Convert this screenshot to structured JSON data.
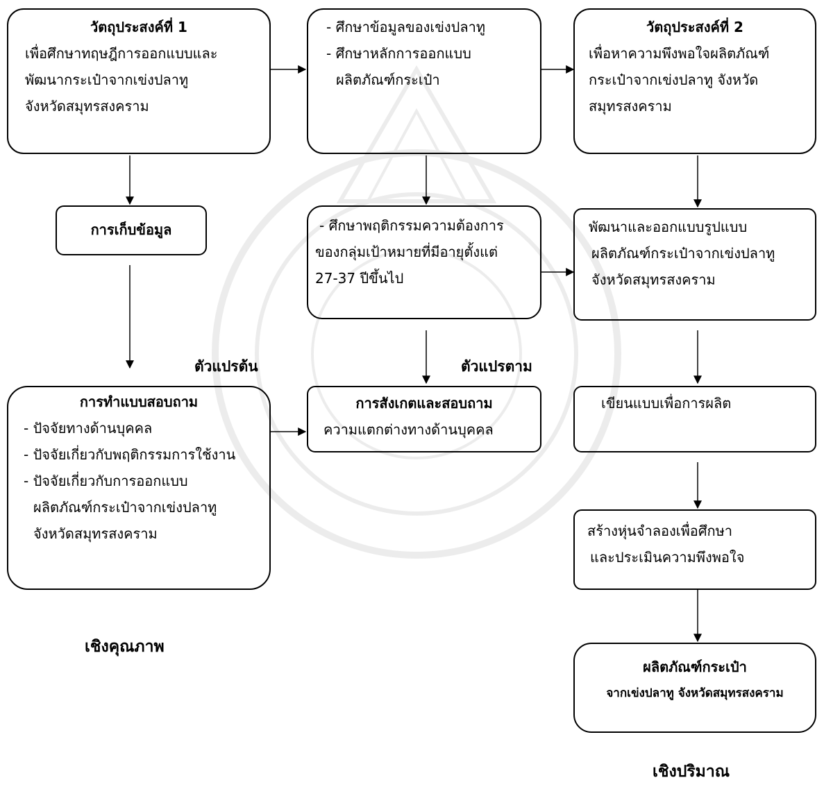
{
  "boxes": {
    "objective1": {
      "title": "วัตถุประสงค์ที่ 1",
      "lines": [
        "เพื่อศึกษาทฤษฎีการออกแบบและ",
        "พัฒนากระเป๋าจากเข่งปลาทู",
        "จังหวัดสมุทรสงคราม"
      ]
    },
    "study": {
      "lines": [
        "- ศึกษาข้อมูลของเข่งปลาทู",
        "- ศึกษาหลักการออกแบบ",
        "ผลิตภัณฑ์กระเป๋า"
      ]
    },
    "objective2": {
      "title": "วัตถุประสงค์ที่ 2",
      "lines": [
        "เพื่อหาความพึงพอใจผลิตภัณฑ์",
        "กระเป๋าจากเข่งปลาทู จังหวัด",
        "สมุทรสงคราม"
      ]
    },
    "data_collection": {
      "title": "การเก็บข้อมูล"
    },
    "behavior": {
      "lines": [
        "- ศึกษาพฤติกรรมความต้องการ",
        "ของกลุ่มเป้าหมายที่มีอายุตั้งแต่",
        "27-37 ปีขึ้นไป"
      ]
    },
    "develop": {
      "lines": [
        "พัฒนาและออกแบบรูปแบบ",
        "ผลิตภัณฑ์กระเป๋าจากเข่งปลาทู",
        "จังหวัดสมุทรสงคราม"
      ]
    },
    "questionnaire": {
      "title": "การทำแบบสอบถาม",
      "lines": [
        "- ปัจจัยทางด้านบุคคล",
        "- ปัจจัยเกี่ยวกับพฤติกรรมการใช้งาน",
        "- ปัจจัยเกี่ยวกับการออกแบบ",
        "ผลิตภัณฑ์กระเป๋าจากเข่งปลาทู",
        "จังหวัดสมุทรสงคราม"
      ]
    },
    "observe": {
      "title": "การสังเกตและสอบถาม",
      "lines": [
        "ความแตกต่างทางด้านบุคคล"
      ]
    },
    "drafting": {
      "lines": [
        "เขียนแบบเพื่อการผลิต"
      ]
    },
    "prototype": {
      "lines": [
        "สร้างหุ่นจำลองเพื่อศึกษา",
        "และประเมินความพึงพอใจ"
      ]
    },
    "product": {
      "lines": [
        "ผลิตภัณฑ์กระเป๋า",
        "จากเข่งปลาทู จังหวัดสมุทรสงคราม"
      ]
    }
  },
  "labels": {
    "independent_var": "ตัวแปรต้น",
    "dependent_var": "ตัวแปรตาม",
    "qualitative": "เชิงคุณภาพ",
    "quantitative": "เชิงปริมาณ"
  }
}
